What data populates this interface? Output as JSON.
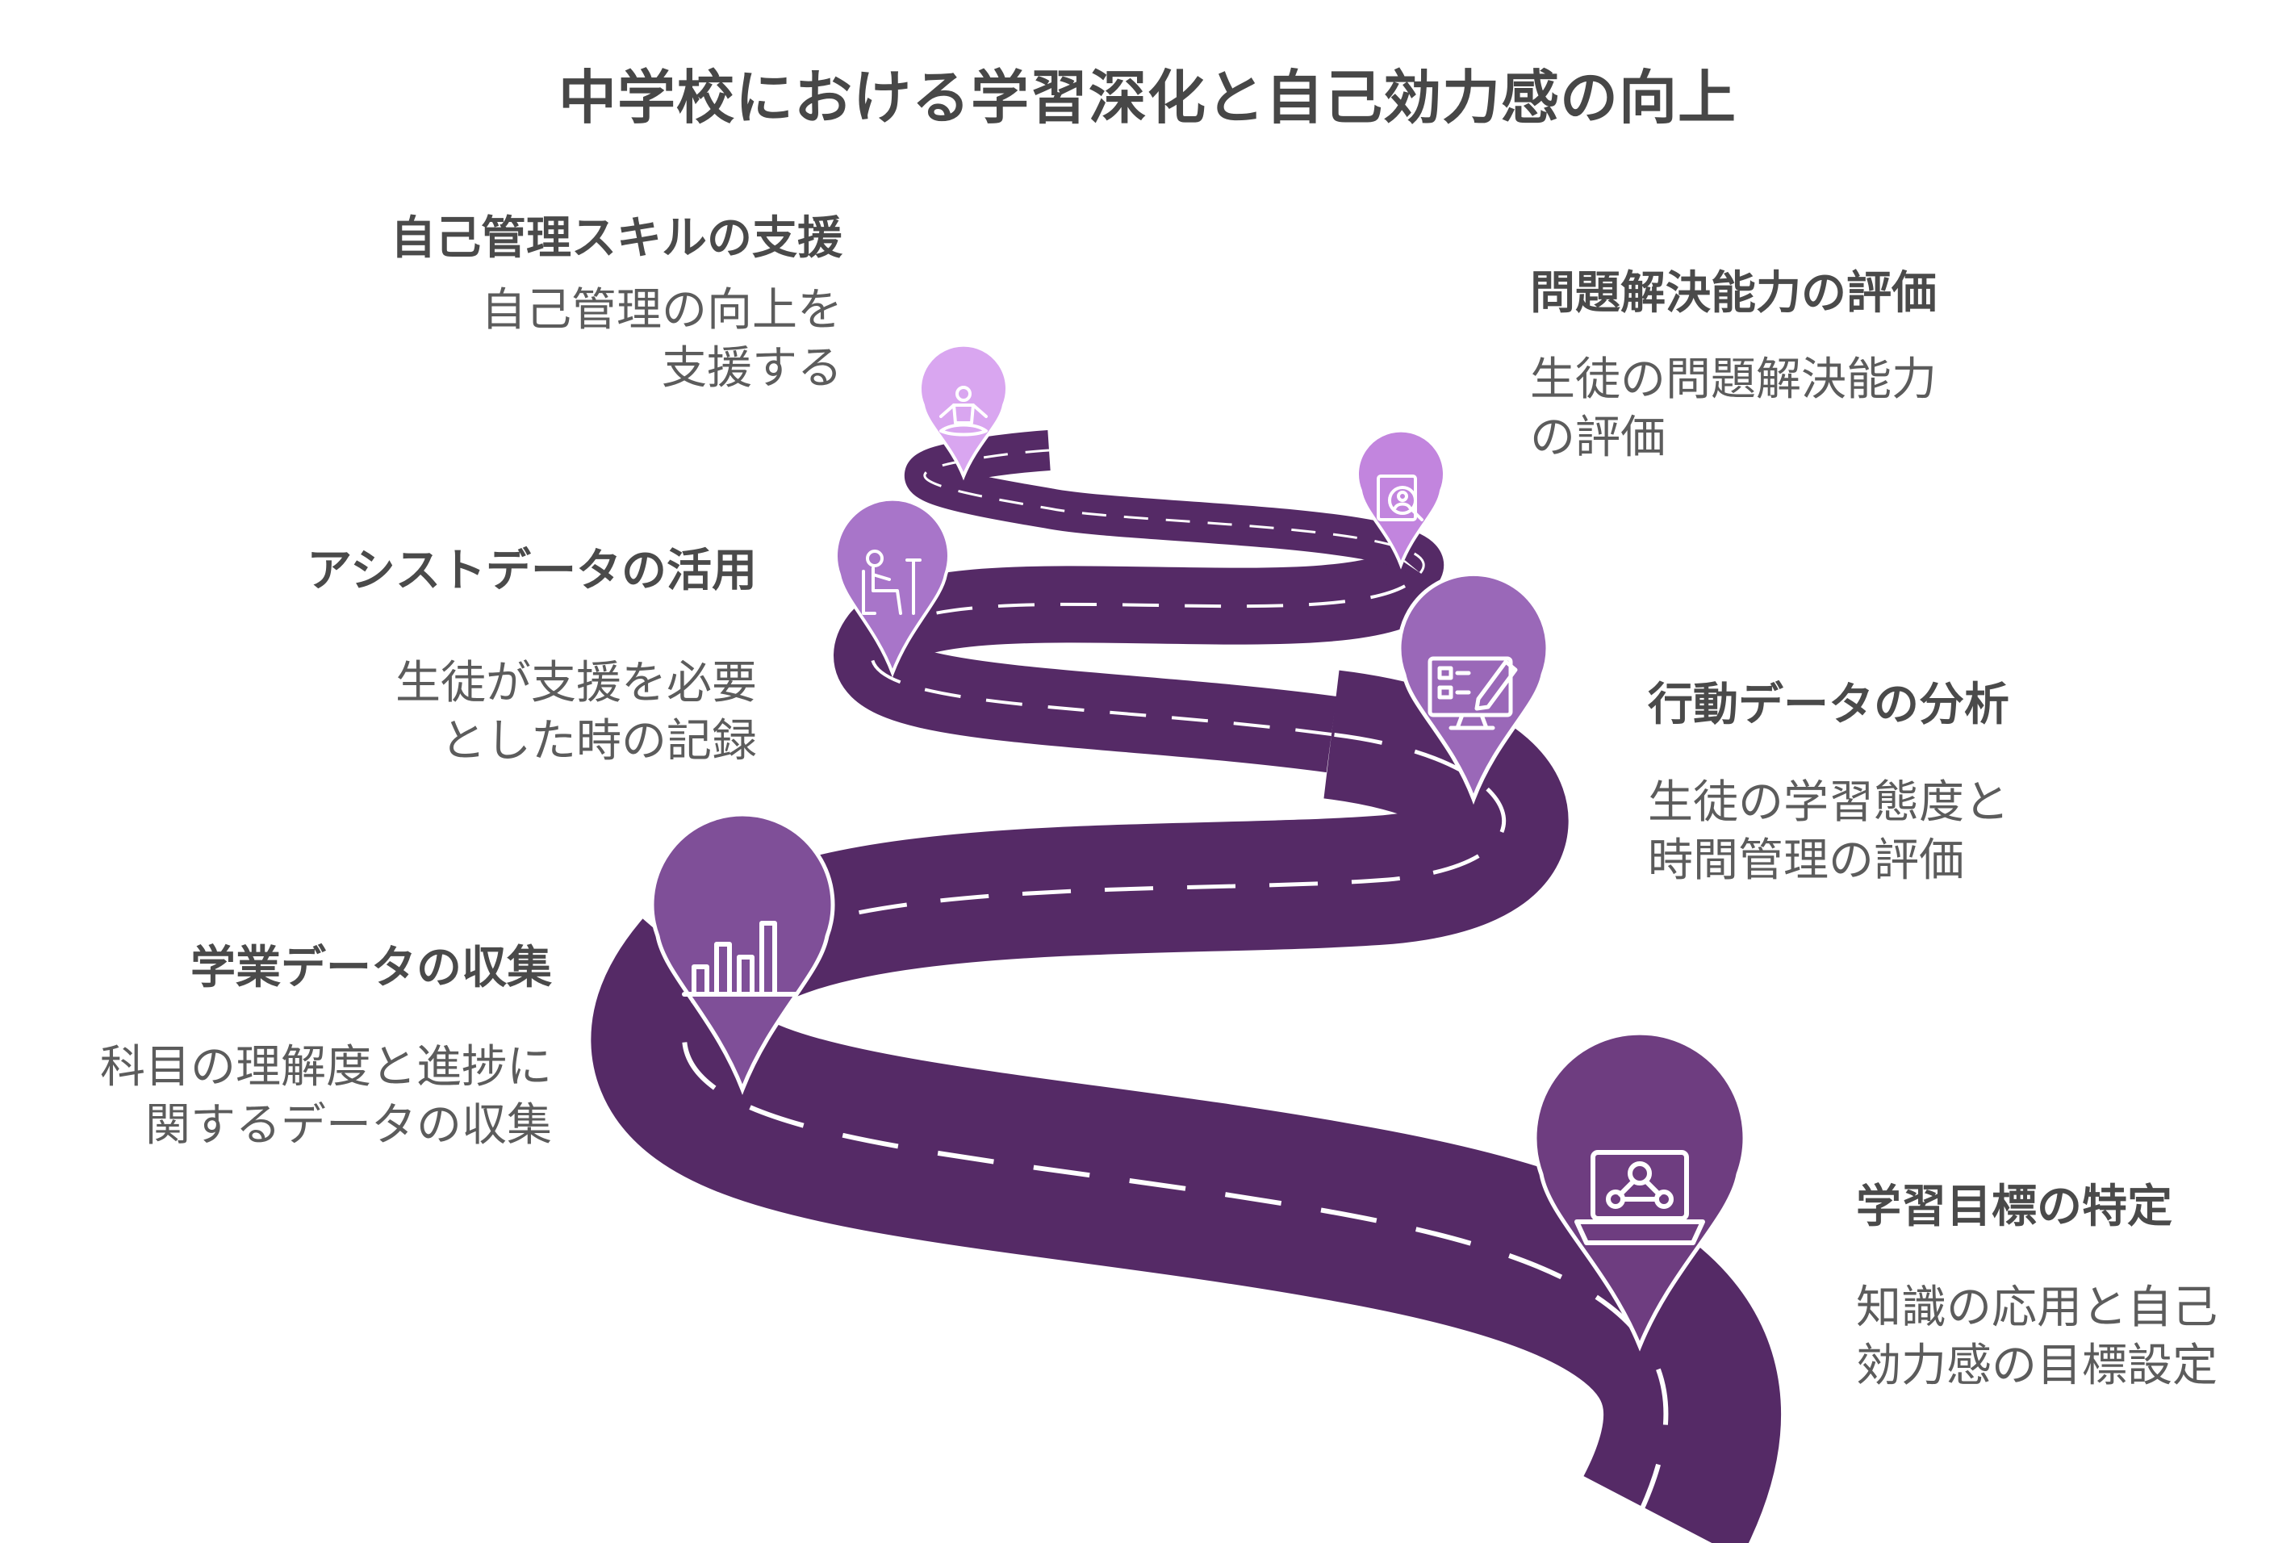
{
  "title": "中学校における学習深化と自己効力感の向上",
  "colors": {
    "road": "#552a66",
    "dash": "#ffffff",
    "pin_1": "#6e3d80",
    "pin_2": "#7f4f98",
    "pin_3": "#9a68b8",
    "pin_4": "#a875c9",
    "pin_5": "#c285de",
    "pin_6": "#d9a6f0",
    "text_heading": "#4a4a4a",
    "text_body": "#5c5c5c"
  },
  "steps": [
    {
      "heading": "学習目標の特定",
      "desc_lines": [
        "知識の応用と自己",
        "効力感の目標設定"
      ],
      "icon": "laptop-network-icon"
    },
    {
      "heading": "学業データの収集",
      "desc_lines": [
        "科目の理解度と進捗に",
        "関するデータの収集"
      ],
      "icon": "bar-chart-icon"
    },
    {
      "heading": "行動データの分析",
      "desc_lines": [
        "生徒の学習態度と",
        "時間管理の評価"
      ],
      "icon": "monitor-pencil-icon"
    },
    {
      "heading": "アシストデータの活用",
      "desc_lines": [
        "生徒が支援を必要",
        "とした時の記録"
      ],
      "icon": "person-seated-icon"
    },
    {
      "heading": "問題解決能力の評価",
      "desc_lines": [
        "生徒の問題解決能力",
        "の評価"
      ],
      "icon": "magnifier-person-icon"
    },
    {
      "heading": "自己管理スキルの支援",
      "desc_lines": [
        "自己管理の向上を",
        "支援する"
      ],
      "icon": "meditation-icon"
    }
  ]
}
